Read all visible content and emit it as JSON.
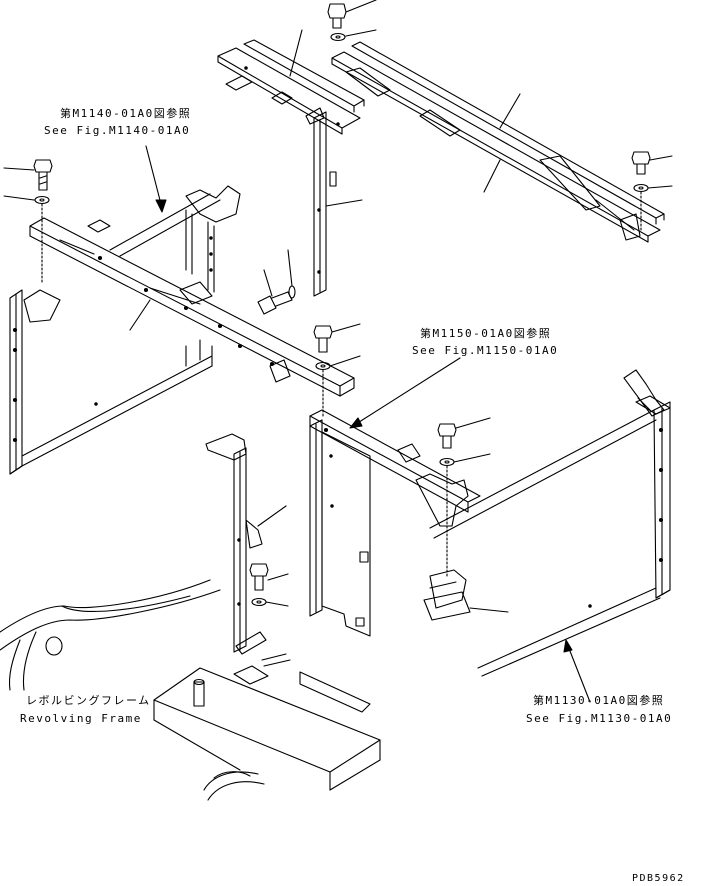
{
  "references": {
    "m1140": {
      "jp": "第M1140-01A0図参照",
      "en": "See Fig.M1140-01A0"
    },
    "m1150": {
      "jp": "第M1150-01A0図参照",
      "en": "See Fig.M1150-01A0"
    },
    "m1130": {
      "jp": "第M1130-01A0図参照",
      "en": "See Fig.M1130-01A0"
    }
  },
  "revolving_frame": {
    "jp": "レボルビングフレーム",
    "en": "Revolving Frame"
  },
  "drawing_id": "PDB5962",
  "colors": {
    "line": "#000000",
    "background": "#ffffff"
  }
}
